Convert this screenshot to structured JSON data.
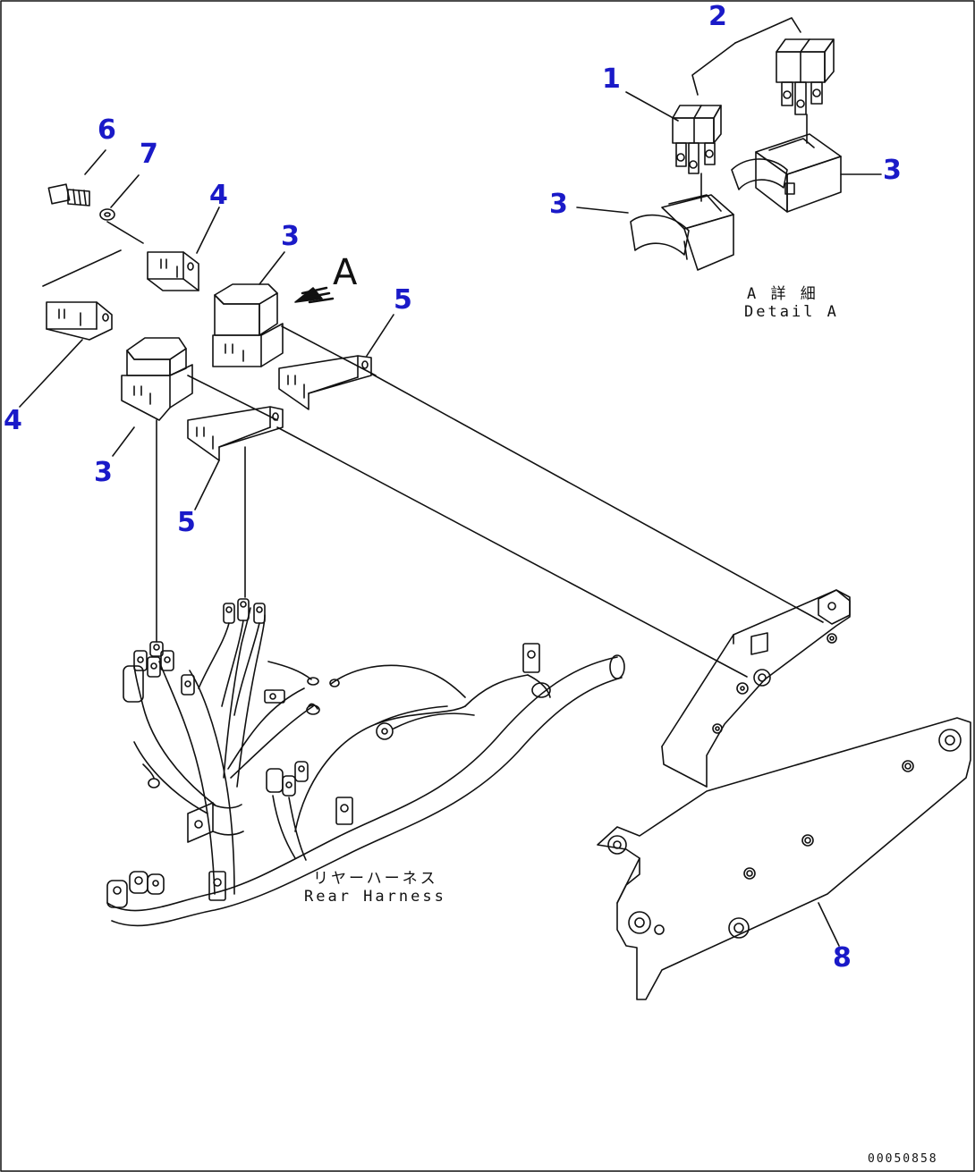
{
  "callouts": {
    "c1": "1",
    "c2": "2",
    "c3_detail_left": "3",
    "c3_detail_right": "3",
    "c3_main_top": "3",
    "c3_main_left": "3",
    "c4_top": "4",
    "c4_left": "4",
    "c5_right": "5",
    "c5_left": "5",
    "c6": "6",
    "c7": "7",
    "c8": "8"
  },
  "view_marker": "A",
  "detail_label_jp": "A 詳 細",
  "detail_label_en": "Detail A",
  "harness_label_jp": "リヤーハーネス",
  "harness_label_en": "Rear Harness",
  "drawing_number": "00050858",
  "colors": {
    "callout": "#1a1ac8",
    "line": "#111111"
  }
}
